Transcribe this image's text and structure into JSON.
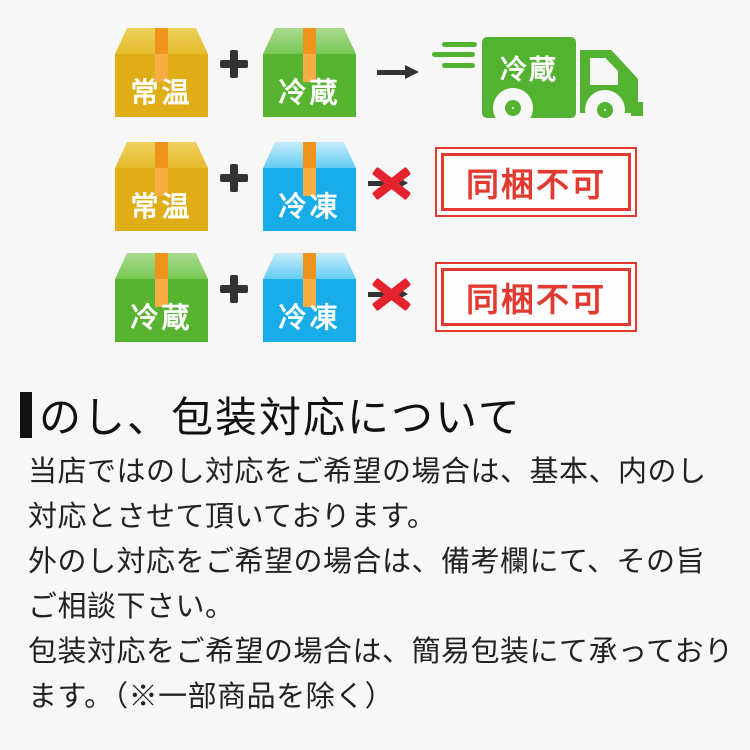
{
  "page": {
    "background": "#f7f7f8"
  },
  "shipping_diagram": {
    "rows": [
      {
        "box1": {
          "label": "常温",
          "color": "#dfae17"
        },
        "operator": "+",
        "box2": {
          "label": "冷蔵",
          "color": "#57b431"
        },
        "connector": "→",
        "result": {
          "kind": "truck",
          "label": "冷蔵",
          "color": "#53b230"
        }
      },
      {
        "box1": {
          "label": "常温",
          "color": "#dfae17"
        },
        "operator": "+",
        "box2": {
          "label": "冷凍",
          "color": "#18ade8"
        },
        "connector": "✕",
        "result": {
          "kind": "stamp",
          "label": "同梱不可",
          "color": "#e23a30"
        }
      },
      {
        "box1": {
          "label": "冷蔵",
          "color": "#57b431"
        },
        "operator": "+",
        "box2": {
          "label": "冷凍",
          "color": "#18ade8"
        },
        "connector": "✕",
        "result": {
          "kind": "stamp",
          "label": "同梱不可",
          "color": "#e23a30"
        }
      }
    ],
    "colors": {
      "tape_orange": "#f49c1e",
      "cross_red": "#e5232e",
      "arrow_dark": "#333333"
    }
  },
  "section": {
    "heading": "のし、包装対応について",
    "body_lines": [
      "当店ではのし対応をご希望の場合は、基本、内のし",
      "対応とさせて頂いております。",
      "外のし対応をご希望の場合は、備考欄にて、その旨",
      "ご相談下さい。",
      "包装対応をご希望の場合は、簡易包装にて承っており",
      "ます。（※一部商品を除く）"
    ]
  }
}
